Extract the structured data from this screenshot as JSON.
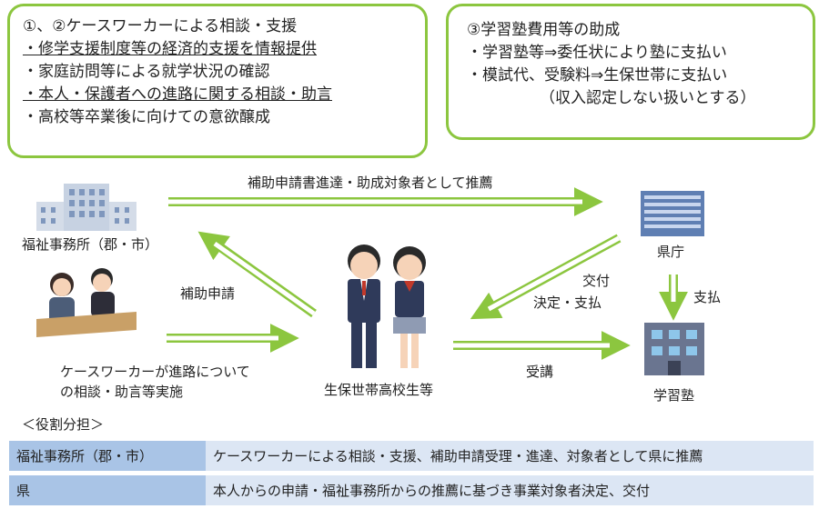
{
  "box1": {
    "lines": [
      "①、②ケースワーカーによる相談・支援",
      "・修学支援制度等の経済的支援を情報提供",
      "・家庭訪問等による就学状況の確認",
      "・本人・保護者への進路に関する相談・助言",
      "・高校等卒業後に向けての意欲醸成"
    ]
  },
  "box2": {
    "lines": [
      "③学習塾費用等の助成",
      "・学習塾等⇒委任状により塾に支払い",
      "・模試代、受験料⇒生保世帯に支払い",
      "（収入認定しない扱いとする）"
    ]
  },
  "nodes": {
    "welfare_office": "福祉事務所（郡・市）",
    "prefecture": "県庁",
    "student": "生保世帯高校生等",
    "cram_school": "学習塾"
  },
  "arrows": {
    "recommend": "補助申請書進達・助成対象者として推薦",
    "apply": "補助申請",
    "consult": "ケースワーカーが進路についての相談・助言等実施",
    "grant_1": "交付",
    "grant_2": "決定・支払",
    "pay": "支払",
    "attend": "受講"
  },
  "roles": {
    "title": "＜役割分担＞",
    "rows": [
      {
        "who": "福祉事務所（郡・市）",
        "what": "ケースワーカーによる相談・支援、補助申請受理・進達、対象者として県に推薦"
      },
      {
        "who": "県",
        "what": "本人からの申請・福祉事務所からの推薦に基づき事業対象者決定、交付"
      }
    ]
  },
  "colors": {
    "green": "#8cc63f",
    "blue_dark": "#a9c4e6",
    "blue_light": "#dce6f4"
  }
}
